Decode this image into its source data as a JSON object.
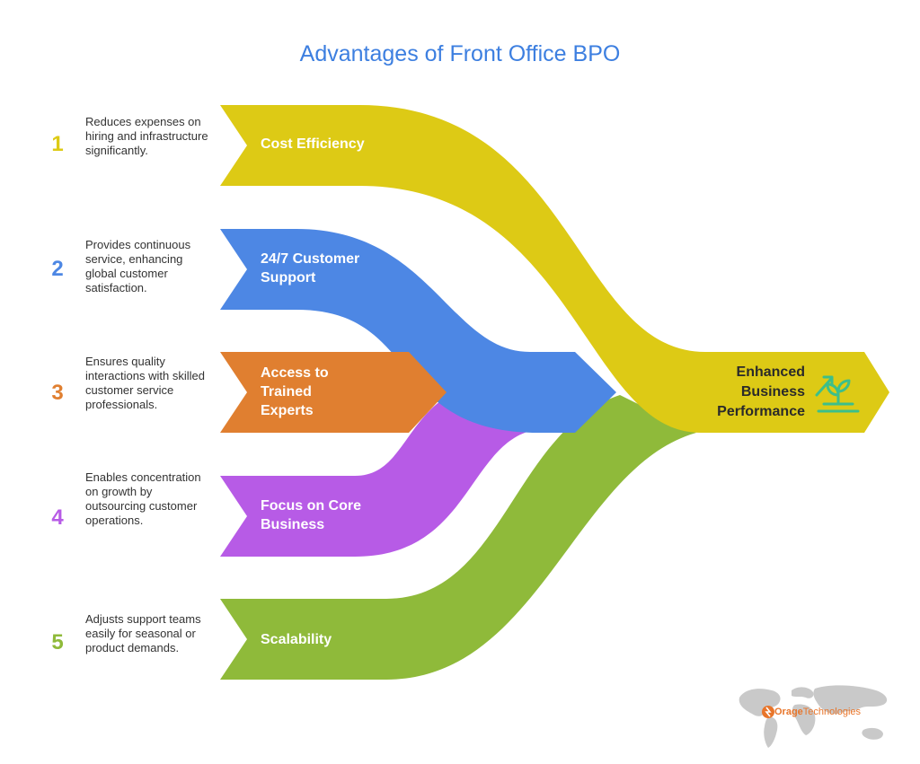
{
  "title": "Advantages of Front Office BPO",
  "colors": {
    "title": "#3d7fe0",
    "cost": "#ddca15",
    "support": "#4d87e4",
    "experts": "#e07f30",
    "focus": "#b75be6",
    "scalability": "#8fba3a",
    "target_icon": "#3cbf8a"
  },
  "items": [
    {
      "number": "1",
      "label": "Cost Efficiency",
      "description": "Reduces expenses on hiring and infrastructure significantly."
    },
    {
      "number": "2",
      "label": "24/7 Customer Support",
      "description": "Provides continuous service, enhancing global customer satisfaction."
    },
    {
      "number": "3",
      "label": "Access to Trained Experts",
      "description": "Ensures quality interactions with skilled customer service professionals."
    },
    {
      "number": "4",
      "label": "Focus on Core Business",
      "description": "Enables concentration on growth by outsourcing customer operations."
    },
    {
      "number": "5",
      "label": "Scalability",
      "description": "Adjusts support teams easily for seasonal or product demands."
    }
  ],
  "target": {
    "label": "Enhanced Business Performance",
    "icon": "growing-plant-icon"
  },
  "logo": {
    "brand_a": "Orage",
    "brand_b": "Technologies",
    "icon": "world-map-icon"
  }
}
